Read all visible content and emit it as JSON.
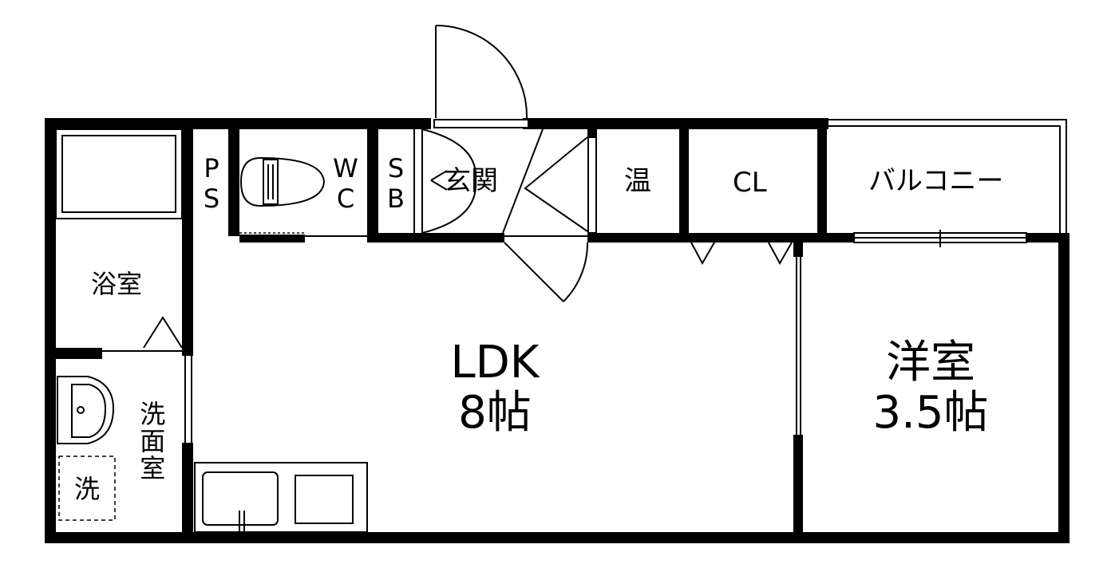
{
  "floor_plan": {
    "rooms": {
      "ldk": {
        "name": "LDK",
        "size": "8帖"
      },
      "western_room": {
        "name": "洋室",
        "size": "3.5帖"
      },
      "bathroom": {
        "name": "浴室"
      },
      "washroom": {
        "name": "洗面室"
      },
      "washer": {
        "name": "洗"
      },
      "entrance": {
        "name": "玄関"
      },
      "water_heater": {
        "name": "温"
      },
      "closet": {
        "name": "CL"
      },
      "balcony": {
        "name": "バルコニー"
      },
      "pipe_space": {
        "name": "PS"
      },
      "toilet": {
        "name": "WC"
      },
      "shoe_box": {
        "name": "SB"
      }
    }
  }
}
